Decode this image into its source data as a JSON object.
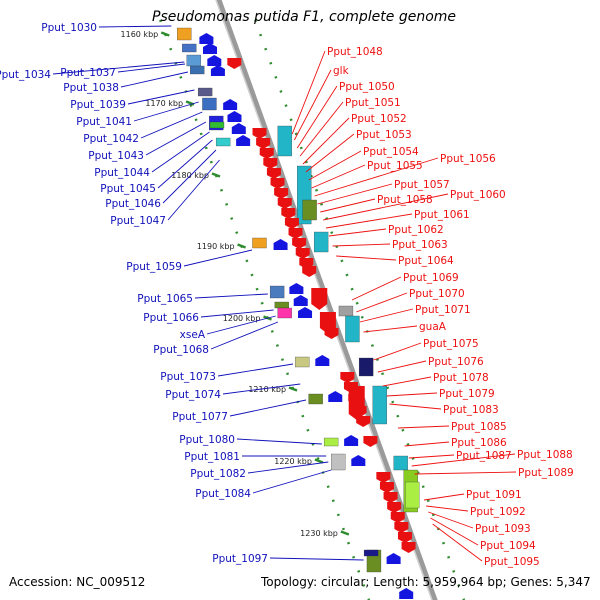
{
  "header": {
    "title": "Pseudomonas putida F1, complete genome",
    "accession_text": "Accession: NC_009512",
    "summary_text": "Topology: circular; Length: 5,959,964 bp; Genes: 5,347"
  },
  "colors": {
    "forward_label": "#1111bb",
    "reverse_label": "#ee1111",
    "backbone": "#9a9a9a",
    "tick": "#2e8b2e"
  },
  "scale_ticks": [
    "1160 kbp",
    "1170 kbp",
    "1180 kbp",
    "1190 kbp",
    "1200 kbp",
    "1210 kbp",
    "1220 kbp",
    "1230 kbp"
  ],
  "forward_labels": [
    "Pput_1030",
    "Pput_1034",
    "Pput_1037",
    "Pput_1038",
    "Pput_1039",
    "Pput_1041",
    "Pput_1042",
    "Pput_1043",
    "Pput_1044",
    "Pput_1045",
    "Pput_1046",
    "Pput_1047",
    "Pput_1059",
    "Pput_1065",
    "Pput_1066",
    "xseA",
    "Pput_1068",
    "Pput_1073",
    "Pput_1074",
    "Pput_1077",
    "Pput_1080",
    "Pput_1081",
    "Pput_1082",
    "Pput_1084",
    "Pput_1097"
  ],
  "reverse_labels": [
    "Pput_1048",
    "glk",
    "Pput_1050",
    "Pput_1051",
    "Pput_1052",
    "Pput_1053",
    "Pput_1054",
    "Pput_1055",
    "Pput_1056",
    "Pput_1057",
    "Pput_1058",
    "Pput_1060",
    "Pput_1061",
    "Pput_1062",
    "Pput_1063",
    "Pput_1064",
    "Pput_1069",
    "Pput_1070",
    "Pput_1071",
    "guaA",
    "Pput_1075",
    "Pput_1076",
    "Pput_1078",
    "Pput_1079",
    "Pput_1083",
    "Pput_1085",
    "Pput_1086",
    "Pput_1087",
    "Pput_1088",
    "Pput_1089",
    "Pput_1091",
    "Pput_1092",
    "Pput_1093",
    "Pput_1094",
    "Pput_1095"
  ]
}
